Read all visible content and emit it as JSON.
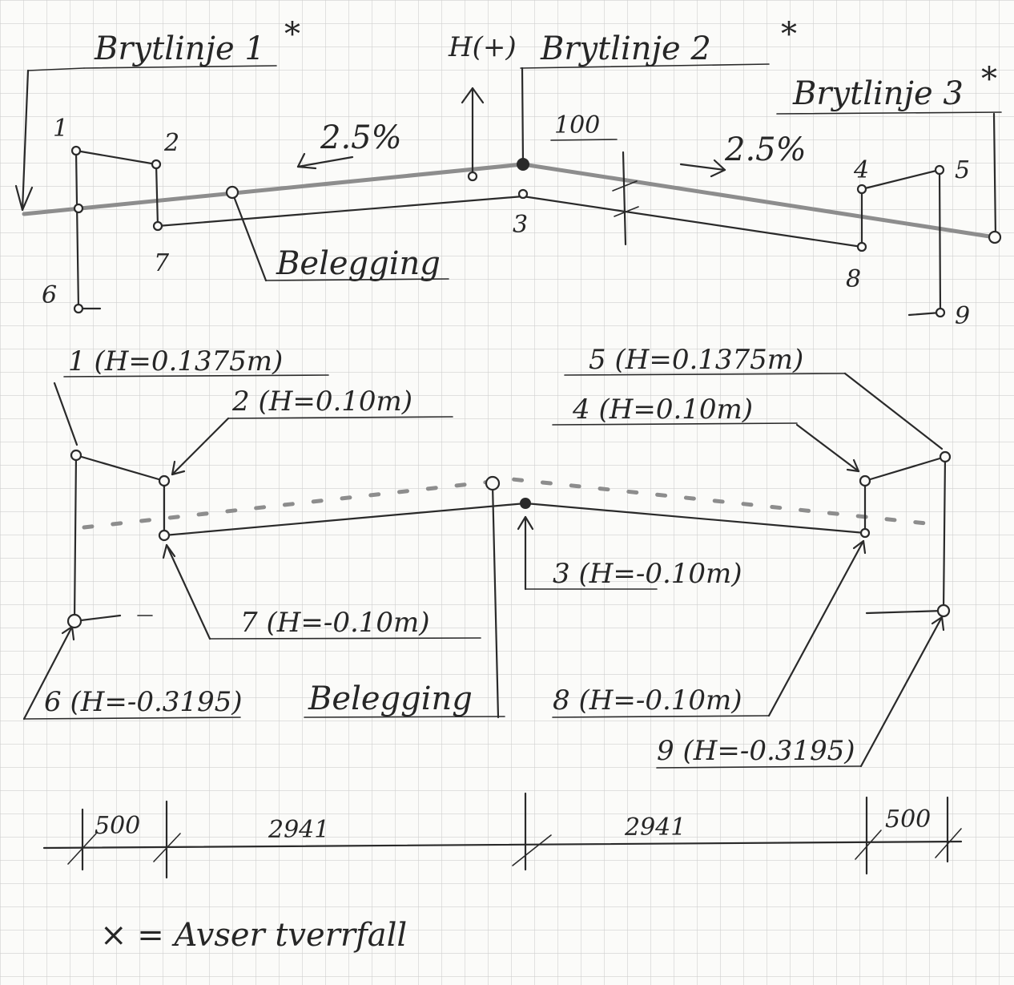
{
  "labels": {
    "brytlinje1": "Brytlinje 1",
    "brytlinje2": "Brytlinje 2",
    "brytlinje3": "Brytlinje 3",
    "star": "*",
    "h_plus": "H(+)",
    "slope_left": "2.5%",
    "slope_right": "2.5%",
    "dim_100": "100",
    "belegg_top": "Belegging",
    "belegg_bottom": "Belegging",
    "legend": "× = Avser tverrfall"
  },
  "points_top": {
    "p1": "1",
    "p2": "2",
    "p3": "3",
    "p4": "4",
    "p5": "5",
    "p6": "6",
    "p7": "7",
    "p8": "8",
    "p9": "9"
  },
  "callouts": {
    "c1": "1 (H=0.1375m)",
    "c2": "2 (H=0.10m)",
    "c3": "3 (H=-0.10m)",
    "c4": "4 (H=0.10m)",
    "c5": "5 (H=0.1375m)",
    "c6": "6 (H=-0.3195)",
    "c7": "7 (H=-0.10m)",
    "c8": "8 (H=-0.10m)",
    "c9": "9 (H=-0.3195)"
  },
  "dimensions": {
    "d1": "500",
    "d2": "2941",
    "d3": "2941",
    "d4": "500"
  },
  "colors": {
    "paper": "#fbfbf9",
    "grid": "#cfcfcf",
    "ink": "#2a2a2a",
    "pencil": "#8d8d8d"
  }
}
